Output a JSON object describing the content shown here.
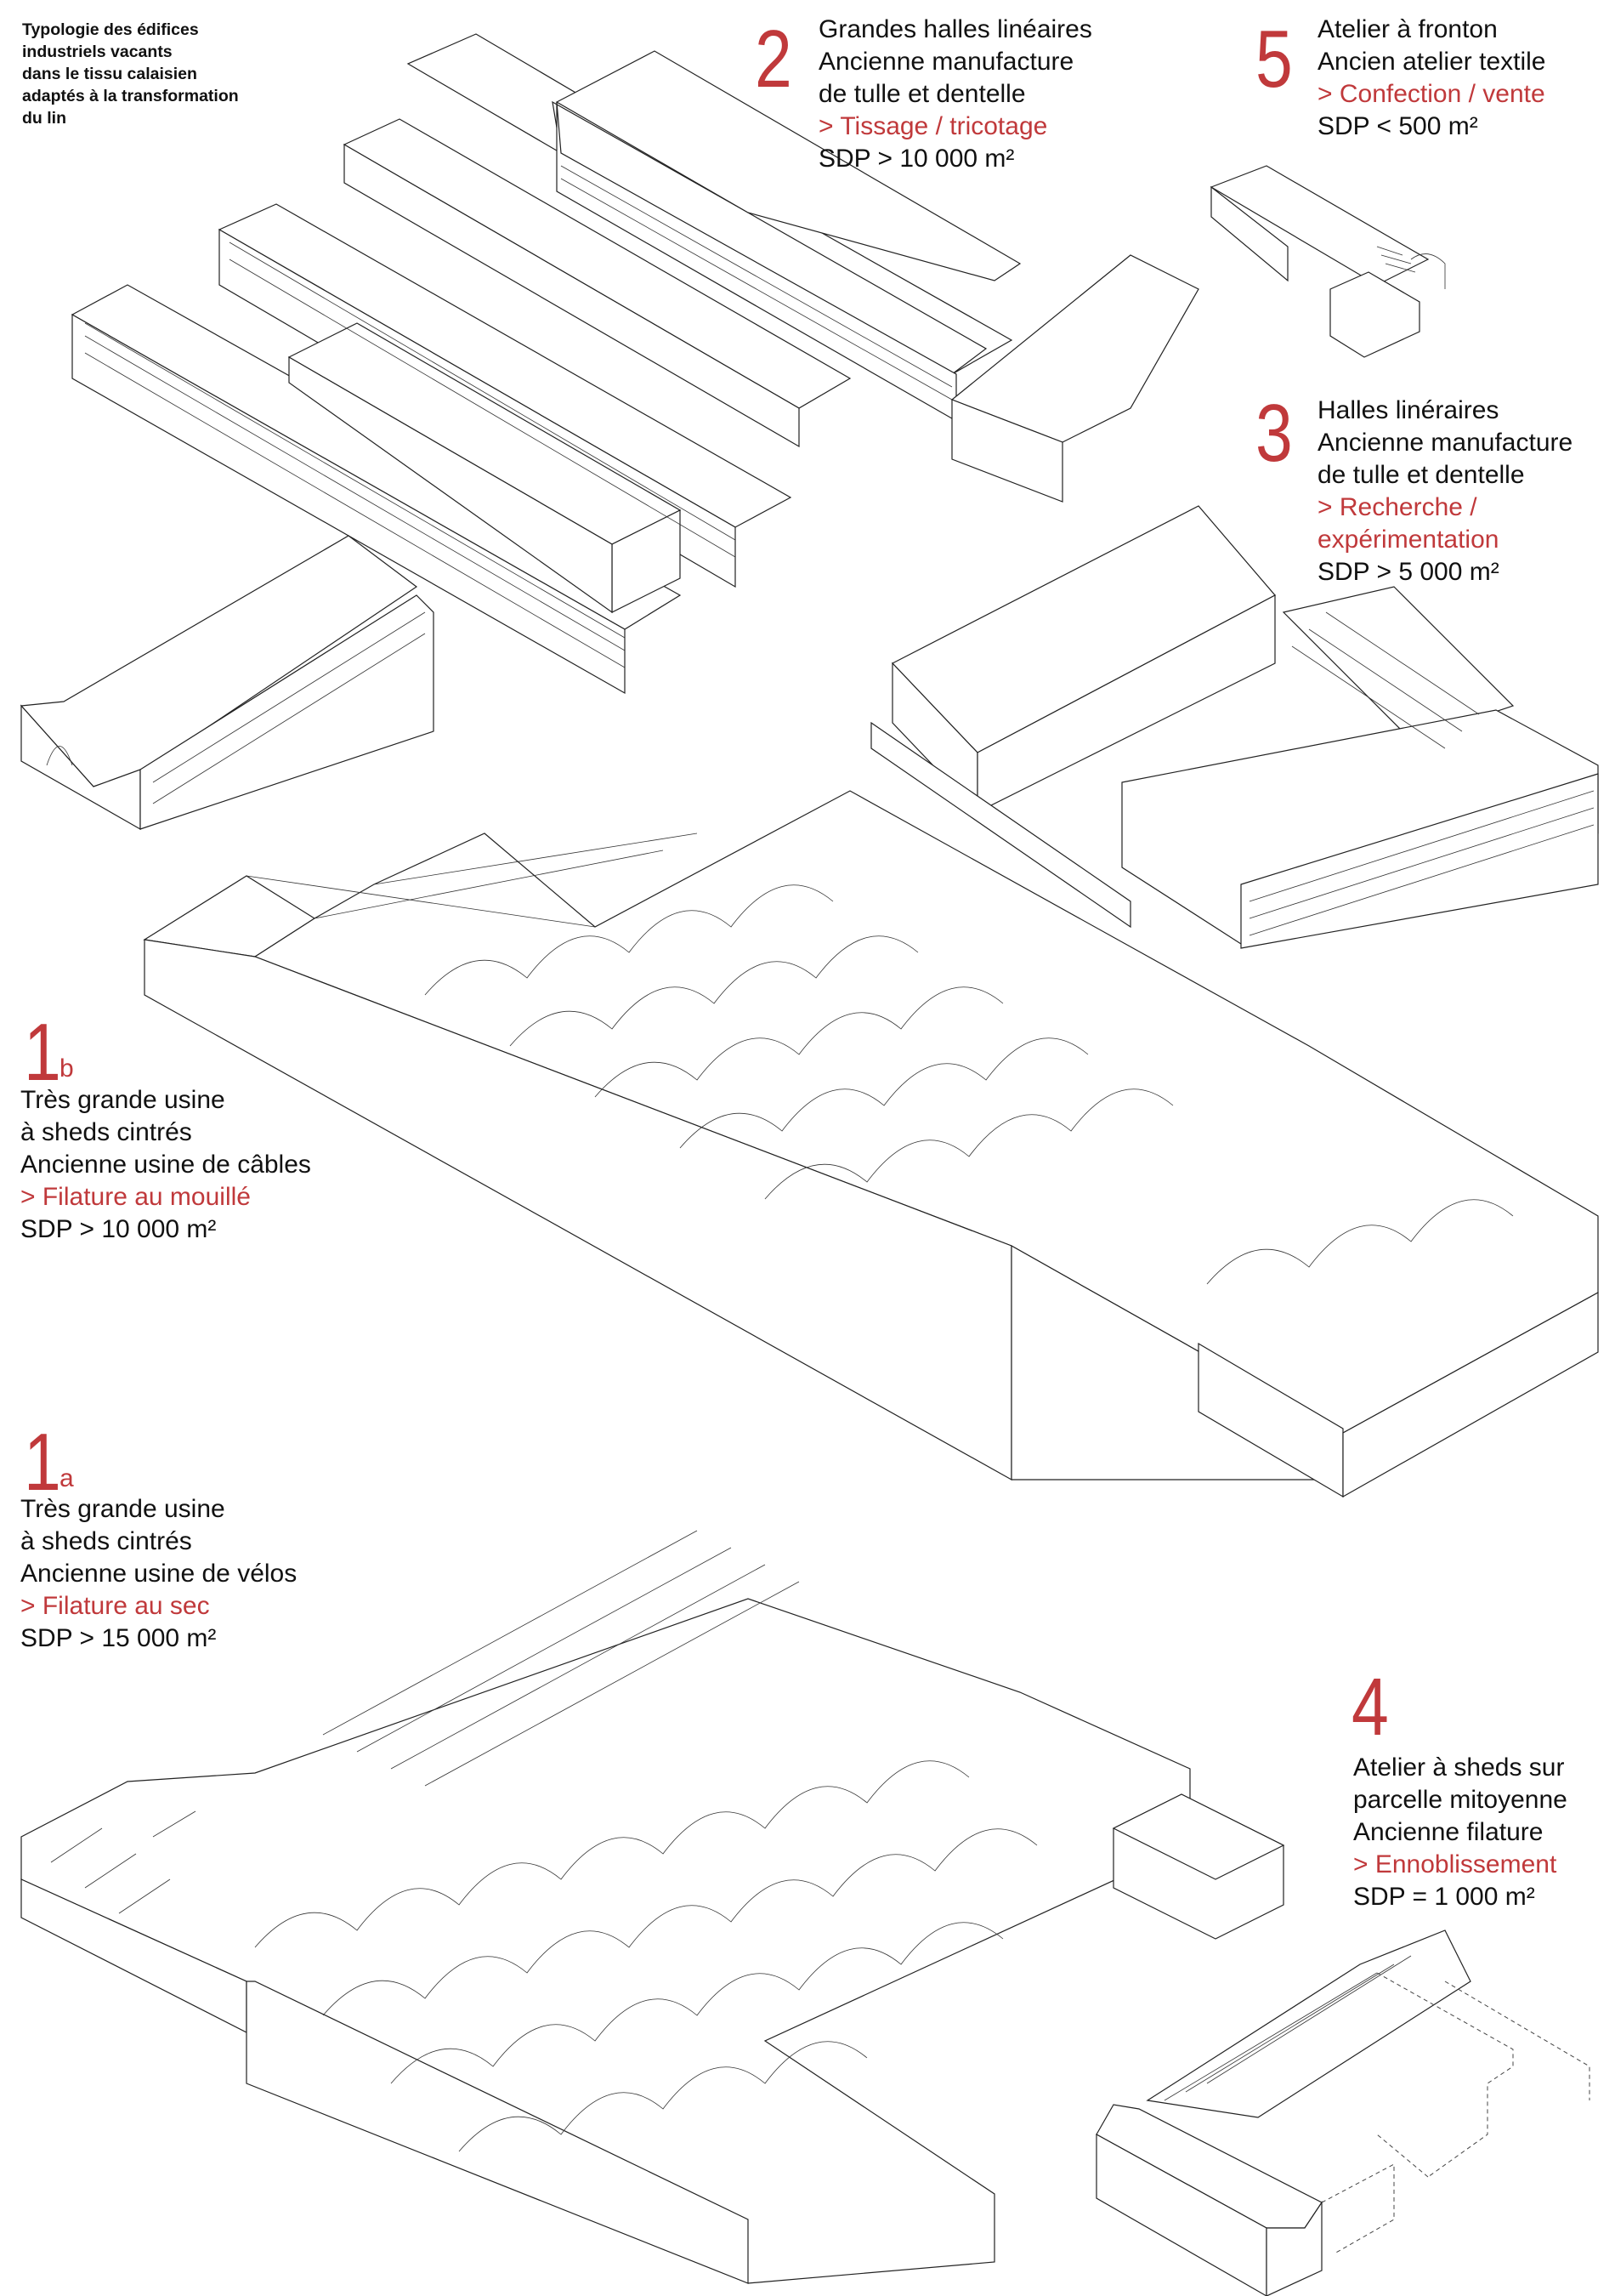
{
  "theme": {
    "accent": "#c0393b",
    "ink": "#111111",
    "background": "#ffffff"
  },
  "title": {
    "lines": [
      "Typologie des édifices",
      "industriels vacants",
      "dans le tissu calaisien",
      "adaptés à la transformation",
      "du lin"
    ]
  },
  "typologies": [
    {
      "id": "2",
      "number": "2",
      "suffix": "",
      "name": "Grandes halles linéaires",
      "former_use_lines": [
        "Ancienne manufacture",
        "de tulle et dentelle"
      ],
      "new_use_lines": [
        "> Tissage / tricotage"
      ],
      "sdp": "SDP > 10 000 m²",
      "drawing": "long-linear-halls-isometric"
    },
    {
      "id": "5",
      "number": "5",
      "suffix": "",
      "name": "Atelier à fronton",
      "former_use_lines": [
        "Ancien atelier textile"
      ],
      "new_use_lines": [
        "> Confection / vente"
      ],
      "sdp": "SDP < 500 m²",
      "drawing": "pediment-workshop-isometric"
    },
    {
      "id": "3",
      "number": "3",
      "suffix": "",
      "name": "Halles linéraires",
      "former_use_lines": [
        "Ancienne manufacture",
        "de tulle et dentelle"
      ],
      "new_use_lines": [
        "> Recherche /",
        "expérimentation"
      ],
      "sdp": "SDP > 5 000 m²",
      "drawing": "courtyard-halls-isometric"
    },
    {
      "id": "1b",
      "number": "1",
      "suffix": "b",
      "name_lines": [
        "Très grande usine",
        "à sheds cintrés"
      ],
      "former_use_lines": [
        "Ancienne usine de câbles"
      ],
      "new_use_lines": [
        "> Filature au mouillé"
      ],
      "sdp": "SDP > 10 000 m²",
      "drawing": "vaulted-shed-factory-isometric"
    },
    {
      "id": "1a",
      "number": "1",
      "suffix": "a",
      "name_lines": [
        "Très grande usine",
        "à sheds cintrés"
      ],
      "former_use_lines": [
        "Ancienne usine de vélos"
      ],
      "new_use_lines": [
        "> Filature au sec"
      ],
      "sdp": "SDP > 15 000 m²",
      "drawing": "vaulted-shed-factory-large-isometric"
    },
    {
      "id": "4",
      "number": "4",
      "suffix": "",
      "name_lines": [
        "Atelier à sheds sur",
        "parcelle mitoyenne"
      ],
      "former_use_lines": [
        "Ancienne filature"
      ],
      "new_use_lines": [
        "> Ennoblissement"
      ],
      "sdp": "SDP = 1 000 m²",
      "drawing": "sawtooth-workshop-isometric"
    }
  ]
}
